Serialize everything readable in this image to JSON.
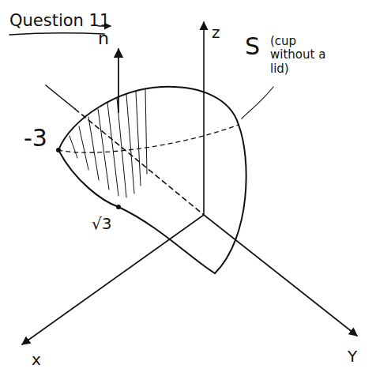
{
  "diagram": {
    "title": "Question 11",
    "labels": [
      "n",
      "z",
      "S",
      "(cup without a lid)",
      "-3",
      "√3",
      "x",
      "Y"
    ]
  }
}
